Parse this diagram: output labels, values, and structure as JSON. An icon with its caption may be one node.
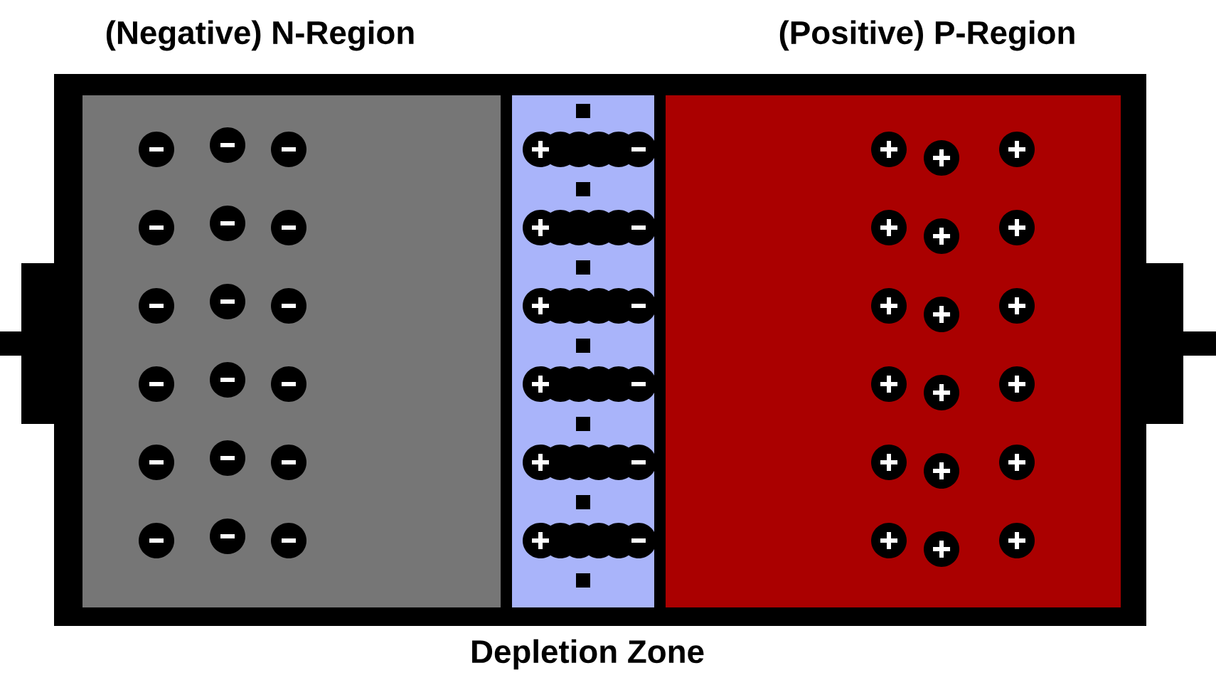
{
  "diagram": {
    "nodes": [
      {
        "text": [
          "(Negative) N-Region"
        ]
      },
      {
        "text": [
          "Depletion Zone"
        ]
      },
      {
        "text": [
          "(Positive) P-Region"
        ]
      }
    ]
  }
}
